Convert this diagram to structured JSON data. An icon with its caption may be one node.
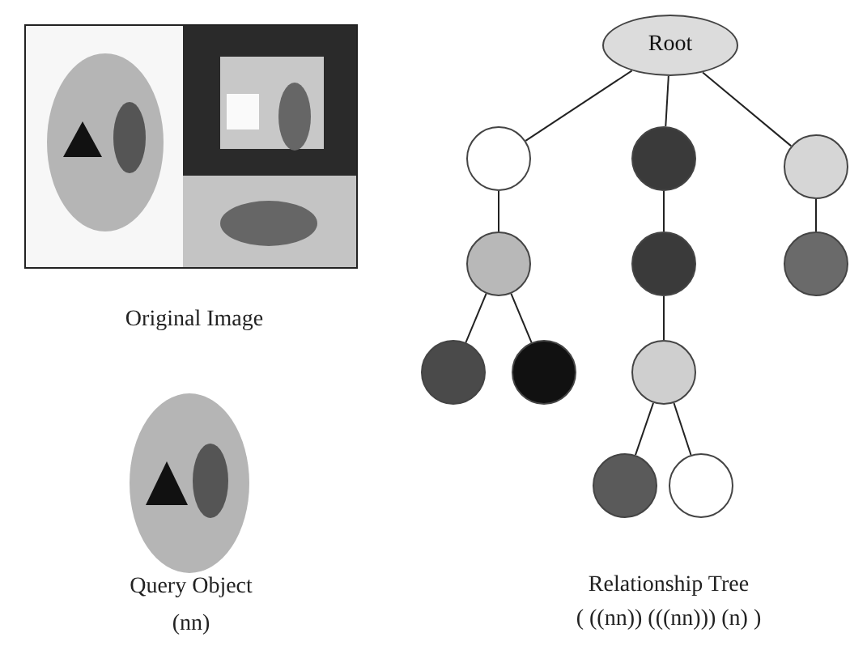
{
  "diagram": {
    "nodes": [
      {
        "text": [
          "Root"
        ]
      },
      {
        "text": [],
        "shape": "circle"
      },
      {
        "text": [],
        "shape": "circle"
      },
      {
        "text": [],
        "shape": "circle"
      },
      {
        "text": [],
        "shape": "circle"
      },
      {
        "text": [],
        "shape": "circle"
      },
      {
        "text": [],
        "shape": "circle"
      },
      {
        "text": [],
        "shape": "circle"
      },
      {
        "text": [],
        "shape": "circle"
      },
      {
        "text": [],
        "shape": "circle"
      },
      {
        "text": [],
        "shape": "circle"
      },
      {
        "text": [],
        "shape": "circle"
      }
    ],
    "edges": [
      {
        "from": 0,
        "to": 1,
        "arrow": "none"
      },
      {
        "from": 0,
        "to": 2,
        "arrow": "none"
      },
      {
        "from": 0,
        "to": 3,
        "arrow": "none"
      },
      {
        "from": 1,
        "to": 4,
        "arrow": "none"
      },
      {
        "from": 2,
        "to": 5,
        "arrow": "none"
      },
      {
        "from": 3,
        "to": 6,
        "arrow": "none"
      },
      {
        "from": 4,
        "to": 7,
        "arrow": "none"
      },
      {
        "from": 4,
        "to": 8,
        "arrow": "none"
      },
      {
        "from": 5,
        "to": 9,
        "arrow": "none"
      },
      {
        "from": 9,
        "to": 10,
        "arrow": "none"
      },
      {
        "from": 9,
        "to": 11,
        "arrow": "none"
      }
    ],
    "labels": [
      "Original Image",
      "Relationship Tree",
      "( ((nn)) (((nn))) (n) )",
      "Query Object",
      "(nn)"
    ]
  }
}
